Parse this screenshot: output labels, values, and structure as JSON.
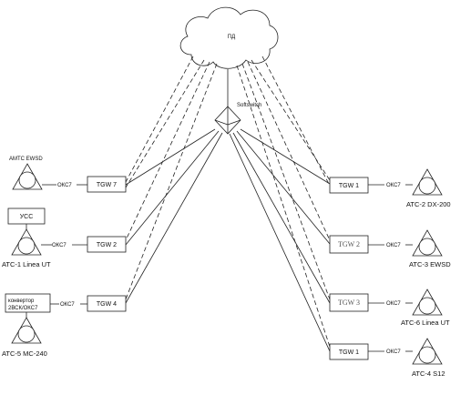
{
  "cloud": {
    "label": "ПД"
  },
  "softswitch": {
    "label": "Softswitch"
  },
  "left": {
    "aux": [
      {
        "label": "АМТС EWSD"
      },
      {
        "label": "УСС"
      },
      {
        "line1": "конвертор",
        "line2": "2ВСК/ОКС7"
      }
    ],
    "rows": [
      {
        "station": "",
        "signal": "ОКС7",
        "gateway": "TGW 7"
      },
      {
        "station": "АТС-1 Linea UT",
        "signal": "ОКС7",
        "gateway": "TGW 2"
      },
      {
        "station": "АТС-5 МС-240",
        "signal": "ОКС7",
        "gateway": "TGW 4"
      }
    ]
  },
  "right": {
    "rows": [
      {
        "station": "АТС-2 DX-200",
        "signal": "ОКС7",
        "gateway": "TGW 1"
      },
      {
        "station": "АТС-3 EWSD",
        "signal": "ОКС7",
        "gateway": "TGW 2"
      },
      {
        "station": "АТС-6 Linea UT",
        "signal": "ОКС7",
        "gateway": "TGW 3"
      },
      {
        "station": "АТС-4 S12",
        "signal": "ОКС7",
        "gateway": "TGW 1"
      }
    ]
  }
}
